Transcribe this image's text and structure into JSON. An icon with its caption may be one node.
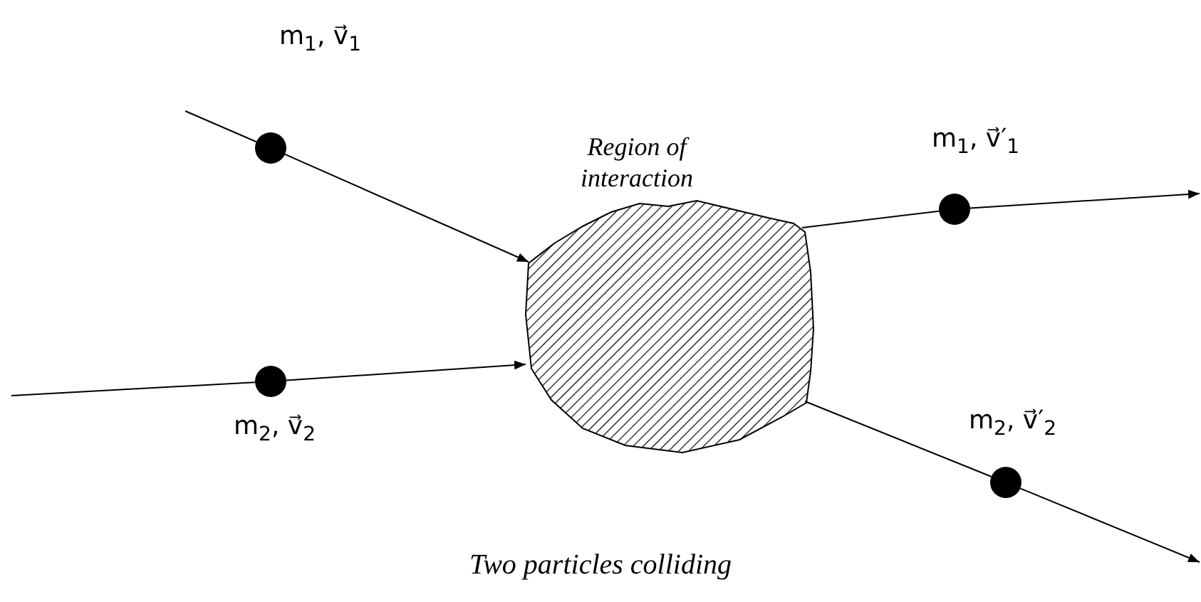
{
  "diagram": {
    "caption": "Two particles colliding",
    "nodes": [
      {
        "text": [
          "Region of interaction"
        ]
      },
      {
        "text": [],
        "shape": "circle",
        "beside": [
          "m$_{1}$,  v⃗$_{1}$"
        ]
      },
      {
        "text": [],
        "shape": "circle",
        "beside": [
          "m$_{2}$,  v⃗$_{2}$"
        ]
      },
      {
        "text": [],
        "shape": "circle",
        "beside": [
          "m$_{1}$,  v⃗′$_{1}$"
        ]
      },
      {
        "text": [],
        "shape": "circle",
        "beside": [
          "m$_{2}$,  v⃗′$_{2}$"
        ]
      }
    ],
    "edges": [
      {
        "from": null,
        "to": 1,
        "arrow": "none"
      },
      {
        "from": 1,
        "to": 0,
        "arrow": "to"
      },
      {
        "from": null,
        "to": 2,
        "arrow": "none"
      },
      {
        "from": 2,
        "to": 0,
        "arrow": "to"
      },
      {
        "from": 0,
        "to": 3,
        "arrow": "none"
      },
      {
        "from": 3,
        "to": null,
        "arrow": "to"
      },
      {
        "from": 0,
        "to": 4,
        "arrow": "none"
      },
      {
        "from": 4,
        "to": null,
        "arrow": "to"
      }
    ]
  }
}
